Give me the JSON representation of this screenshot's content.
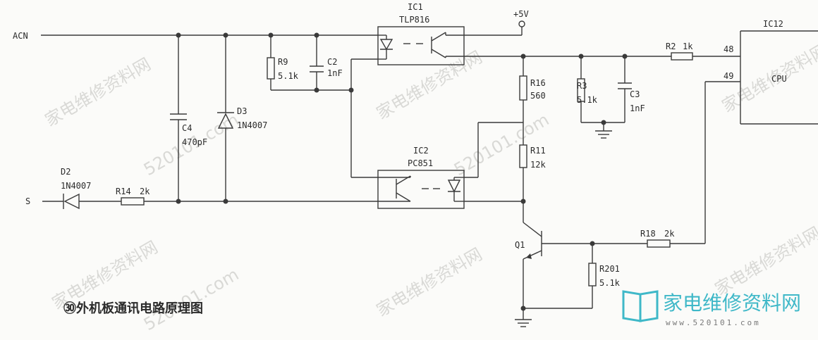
{
  "diagram": {
    "nets": {
      "acn": "ACN",
      "s": "S",
      "vcc": "+5V"
    },
    "components": {
      "ic1": {
        "ref": "IC1",
        "part": "TLP816"
      },
      "ic2": {
        "ref": "IC2",
        "part": "PC851"
      },
      "ic12": {
        "ref": "IC12",
        "part": "CPU",
        "pin_a": "48",
        "pin_b": "49"
      },
      "r9": {
        "ref": "R9",
        "value": "5.1k"
      },
      "c2": {
        "ref": "C2",
        "value": "1nF"
      },
      "c4": {
        "ref": "C4",
        "value": "470pF"
      },
      "d3": {
        "ref": "D3",
        "part": "1N4007"
      },
      "d2": {
        "ref": "D2",
        "part": "1N4007"
      },
      "r14": {
        "ref": "R14",
        "value": "2k"
      },
      "r16": {
        "ref": "R16",
        "value": "560"
      },
      "r11": {
        "ref": "R11",
        "value": "12k"
      },
      "r3": {
        "ref": "R3",
        "value": "5.1k"
      },
      "c3": {
        "ref": "C3",
        "value": "1nF"
      },
      "r2": {
        "ref": "R2",
        "value": "1k"
      },
      "q1": {
        "ref": "Q1"
      },
      "r18": {
        "ref": "R18",
        "value": "2k"
      },
      "r201": {
        "ref": "R201",
        "value": "5.1k"
      }
    },
    "caption": "㉚外机板通讯电路原理图"
  },
  "watermark": {
    "text_cn": "家电维修资料网",
    "text_url": "520101.com"
  },
  "logo": {
    "text": "家电维修资料网",
    "url": "www.520101.com"
  }
}
